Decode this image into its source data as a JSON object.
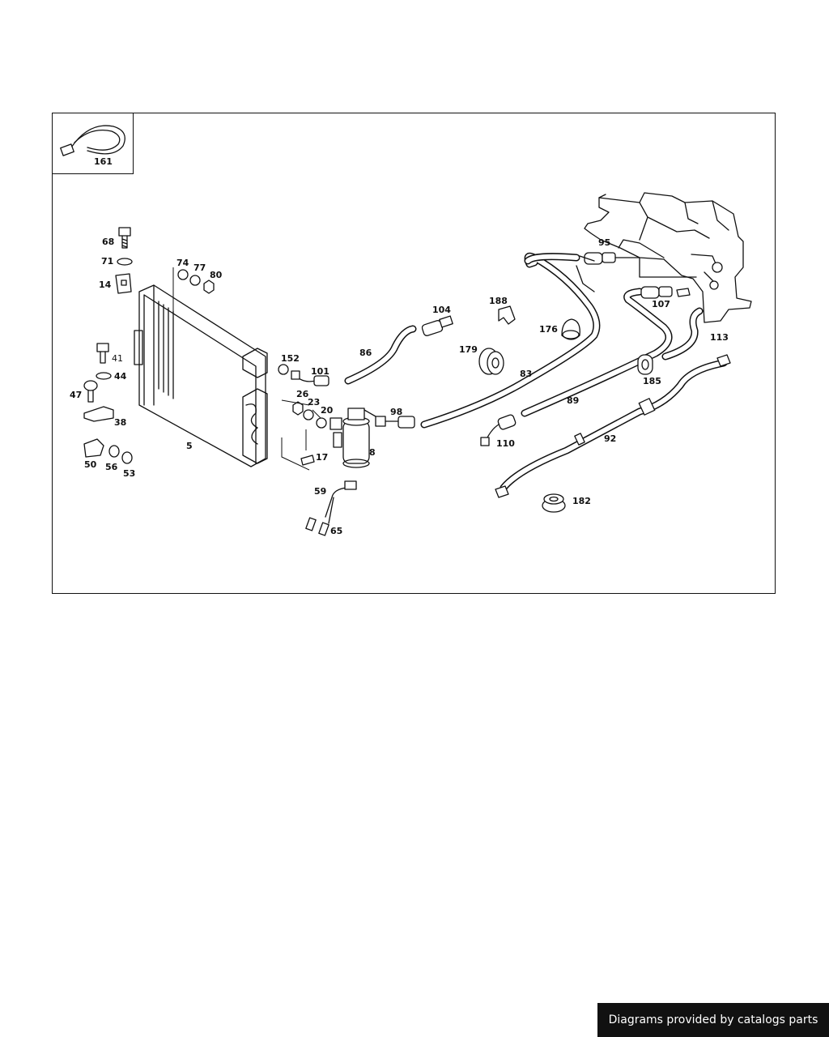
{
  "diagram": {
    "labels": {
      "p161": "161",
      "p68": "68",
      "p71": "71",
      "p14": "14",
      "p74": "74",
      "p77": "77",
      "p80": "80",
      "p41": "41",
      "p44": "44",
      "p47": "47",
      "p38": "38",
      "p50": "50",
      "p56": "56",
      "p53": "53",
      "p5": "5",
      "p152": "152",
      "p101": "101",
      "p26": "26",
      "p23": "23",
      "p20": "20",
      "p17": "17",
      "p8": "8",
      "p98": "98",
      "p86": "86",
      "p104": "104",
      "p188": "188",
      "p176": "176",
      "p179": "179",
      "p83": "83",
      "p95": "95",
      "p107": "107",
      "p113": "113",
      "p185": "185",
      "p89": "89",
      "p110": "110",
      "p92": "92",
      "p59": "59",
      "p65": "65",
      "p182": "182"
    }
  },
  "footer": {
    "credit": "Diagrams provided by catalogs parts"
  }
}
